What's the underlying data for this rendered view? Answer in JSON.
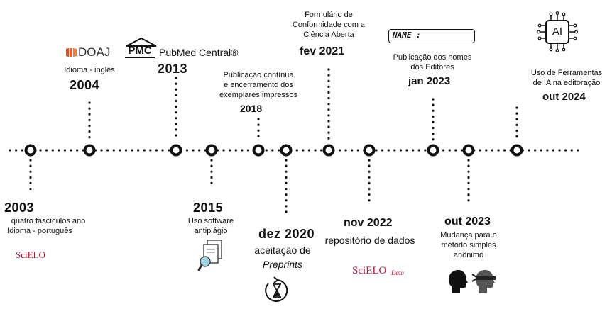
{
  "events": {
    "e2003": {
      "year": "2003",
      "desc1": "quatro fascículos ano",
      "desc2": "Idioma - português",
      "logo": "SciELO"
    },
    "e2004": {
      "year": "2004",
      "desc": "Idioma - inglês",
      "logo": "DOAJ"
    },
    "e2013": {
      "year": "2013",
      "logo_abbr": "PMC",
      "logo_text": "PubMed Central®"
    },
    "e2015": {
      "year": "2015",
      "desc1": "Uso software",
      "desc2": "antiplágio"
    },
    "e2018": {
      "year": "2018",
      "desc1": "Publicação contínua",
      "desc2": "e encerramento dos",
      "desc3": "exemplares impressos"
    },
    "e2020": {
      "year": "dez 2020",
      "desc1": "aceitação de",
      "desc2": "Preprints"
    },
    "e2021": {
      "year": "fev 2021",
      "desc1": "Formulário de",
      "desc2": "Conformidade com a",
      "desc3": "Ciência Aberta"
    },
    "e2022": {
      "year": "nov 2022",
      "desc": "repositório de dados",
      "logo_main": "SciELO",
      "logo_sub": "Data"
    },
    "e2023a": {
      "year": "jan 2023",
      "desc1": "Publicação dos nomes",
      "desc2": "dos Editores",
      "badge": "NAME :"
    },
    "e2023b": {
      "year": "out 2023",
      "desc1": "Mudança para o",
      "desc2": "método simples",
      "desc3": "anônimo"
    },
    "e2024": {
      "year": "out 2024",
      "desc1": "Uso de Ferramentas",
      "desc2": "de IA na editoração",
      "chip": "AI"
    }
  }
}
